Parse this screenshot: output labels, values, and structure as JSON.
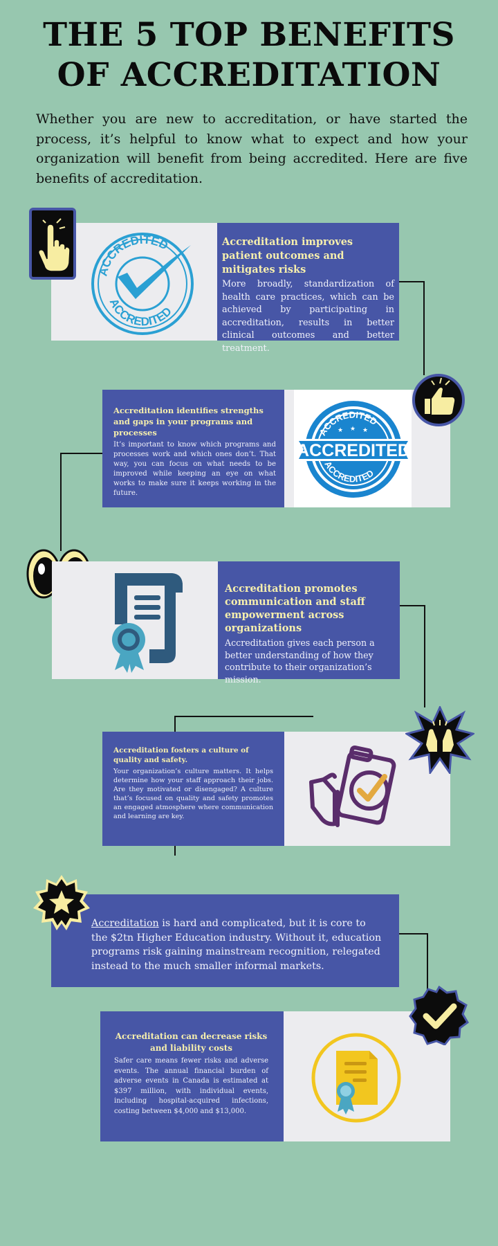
{
  "title": {
    "line1": "THE 5 TOP BENEFITS",
    "line2": "OF ACCREDITATION"
  },
  "intro": "Whether you are new to accreditation, or have started the process, it’s helpful to know what to expect and how your organization will benefit from being accredited. Here are five benefits of accreditation.",
  "benefits": [
    {
      "heading": "Accreditation improves patient outcomes and mitigates risks",
      "body": "More broadly, standardization of health care practices, which can be achieved by participating in accreditation, results in better clinical outcomes and better treatment.",
      "image": "accredited-checkmark-stamp",
      "badge": "pointing-hand-icon"
    },
    {
      "heading": "Accreditation identifies strengths and gaps in your programs and processes",
      "body": "It’s important to know which programs and processes work and which ones don’t. That way, you can focus on what needs to be improved while keeping an eye on what works to make sure it keeps working in the future.",
      "image": "accredited-ribbon-stamp",
      "badge": "thumbs-up-icon"
    },
    {
      "heading": "Accreditation promotes communication and staff empowerment across organizations",
      "body": "Accreditation gives each person a better understanding of how they contribute to their organization’s mission.",
      "image": "certificate-ribbon",
      "badge": "eyes-icon"
    },
    {
      "heading": "Accreditation fosters a culture of quality and safety.",
      "body": "Your organization’s culture matters. It helps determine how your staff approach their jobs. Are they motivated or disengaged? A culture that’s focused on quality and safety promotes an engaged atmosphere where communication and learning are key.",
      "image": "clipboard-hand-check",
      "badge": "raised-hands-icon"
    },
    {
      "link": "Accreditation",
      "body": " is hard and complicated, but it is core to the $2tn Higher Education industry. Without it, education programs risk gaining mainstream recognition, relegated instead to the much smaller informal markets.",
      "badge": "star-icon"
    },
    {
      "heading": "Accreditation can decrease risks and liability costs",
      "body": "Safer care means fewer risks and adverse events. The annual financial burden of adverse events in Canada is estimated at $397 million, with individual events, including hospital-acquired infections, costing between $4,000 and $13,000.",
      "image": "certificate-circle",
      "badge": "checkmark-icon"
    }
  ],
  "stamps": {
    "stamp1_top": "ACCREDITED",
    "stamp1_bottom": "ACCREDITED",
    "stamp2_center": "ACCREDITED",
    "stamp2_top": "ACCREDITED",
    "stamp2_bottom": "ACCREDITED"
  },
  "colors": {
    "background": "#97c7af",
    "card_blue": "#4756a6",
    "card_white": "#ececef",
    "heading_yellow": "#f6efad",
    "stamp_blue": "#2aa0d3",
    "badge_yellow": "#f7eda2",
    "gold": "#f2c61f",
    "purple": "#5a2d6b"
  }
}
